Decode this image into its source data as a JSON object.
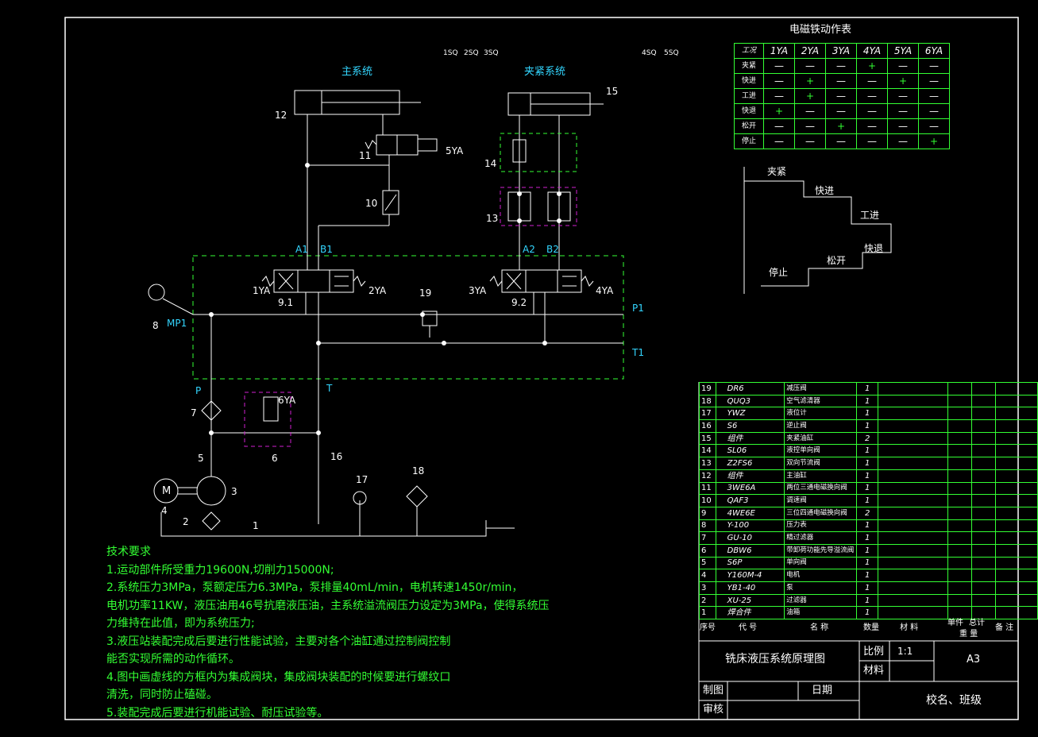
{
  "diagram": {
    "main_system_label": "主系统",
    "clamp_system_label": "夹紧系统",
    "component_numbers": [
      "1",
      "2",
      "3",
      "4",
      "5",
      "6",
      "7",
      "8",
      "9.1",
      "9.2",
      "10",
      "11",
      "12",
      "13",
      "14",
      "15",
      "16",
      "17",
      "18",
      "19"
    ],
    "solenoids": [
      "1YA",
      "2YA",
      "3YA",
      "4YA",
      "5YA",
      "6YA"
    ],
    "ports": {
      "A1": "A1",
      "B1": "B1",
      "A2": "A2",
      "B2": "B2",
      "P": "P",
      "T": "T",
      "P1": "P1",
      "T1": "T1",
      "MP1": "MP1"
    },
    "switches": [
      "1SQ",
      "2SQ",
      "3SQ",
      "4SQ",
      "5SQ"
    ],
    "motor_symbol": "M"
  },
  "solenoid_table": {
    "title": "电磁铁动作表",
    "header": [
      "工况",
      "1YA",
      "2YA",
      "3YA",
      "4YA",
      "5YA",
      "6YA"
    ],
    "rows": [
      [
        "夹紧",
        "—",
        "—",
        "—",
        "+",
        "—",
        "—"
      ],
      [
        "快进",
        "—",
        "+",
        "—",
        "—",
        "+",
        "—"
      ],
      [
        "工进",
        "—",
        "+",
        "—",
        "—",
        "—",
        "—"
      ],
      [
        "快退",
        "+",
        "—",
        "—",
        "—",
        "—",
        "—"
      ],
      [
        "松开",
        "—",
        "—",
        "+",
        "—",
        "—",
        "—"
      ],
      [
        "停止",
        "—",
        "—",
        "—",
        "—",
        "—",
        "+"
      ]
    ]
  },
  "cycle": {
    "steps": [
      "夹紧",
      "快进",
      "工进",
      "快退",
      "松开",
      "停止"
    ]
  },
  "tech_requirements": {
    "title": "技术要求",
    "lines": [
      "1.运动部件所受重力19600N,切削力15000N;",
      "2.系统压力3MPa，泵额定压力6.3MPa，泵排量40mL/min，电机转速1450r/min，",
      "电机功率11KW，液压油用46号抗磨液压油，主系统溢流阀压力设定为3MPa，使得系统压",
      "力维持在此值，即为系统压力;",
      "3.液压站装配完成后要进行性能试验，主要对各个油缸通过控制阀控制",
      "能否实现所需的动作循环。",
      "4.图中画虚线的方框内为集成阀块，集成阀块装配的时候要进行螺纹口",
      "清洗，同时防止磕碰。",
      "5.装配完成后要进行机能试验、耐压试验等。"
    ]
  },
  "parts_list": {
    "rows": [
      [
        "19",
        "DR6",
        "减压阀",
        "1"
      ],
      [
        "18",
        "QUQ3",
        "空气滤清器",
        "1"
      ],
      [
        "17",
        "YWZ",
        "液位计",
        "1"
      ],
      [
        "16",
        "S6",
        "逆止阀",
        "1"
      ],
      [
        "15",
        "组件",
        "夹紧油缸",
        "2"
      ],
      [
        "14",
        "SL06",
        "液控单向阀",
        "1"
      ],
      [
        "13",
        "Z2FS6",
        "双向节流阀",
        "1"
      ],
      [
        "12",
        "组件",
        "主油缸",
        "1"
      ],
      [
        "11",
        "3WE6A",
        "两位三通电磁换向阀",
        "1"
      ],
      [
        "10",
        "QAF3",
        "调速阀",
        "1"
      ],
      [
        "9",
        "4WE6E",
        "三位四通电磁换向阀",
        "2"
      ],
      [
        "8",
        "Y-100",
        "压力表",
        "1"
      ],
      [
        "7",
        "GU-10",
        "精过滤器",
        "1"
      ],
      [
        "6",
        "DBW6",
        "带卸荷功能先导溢流阀",
        "1"
      ],
      [
        "5",
        "S6P",
        "单向阀",
        "1"
      ],
      [
        "4",
        "Y160M-4",
        "电机",
        "1"
      ],
      [
        "3",
        "YB1-40",
        "泵",
        "1"
      ],
      [
        "2",
        "XU-25",
        "过滤器",
        "1"
      ],
      [
        "1",
        "焊合件",
        "油箱",
        "1"
      ]
    ],
    "header": {
      "no": "序号",
      "code": "代 号",
      "name": "名 称",
      "qty": "数量",
      "material": "材 料",
      "single": "单件",
      "total": "总计",
      "weight": "重 量",
      "remark": "备 注"
    }
  },
  "title_block": {
    "drawing_title": "铣床液压系统原理图",
    "scale_label": "比例",
    "scale_value": "1:1",
    "material_label": "材料",
    "sheet_size": "A3",
    "drawn_label": "制图",
    "checked_label": "审核",
    "date_label": "日期",
    "school": "校名、班级"
  },
  "colors": {
    "line": "#ffffff",
    "frame": "#33ff33",
    "label_cyan": "#33d6ff",
    "magenta": "#d020d0",
    "yellow": "#ffff33",
    "background": "#000000"
  }
}
